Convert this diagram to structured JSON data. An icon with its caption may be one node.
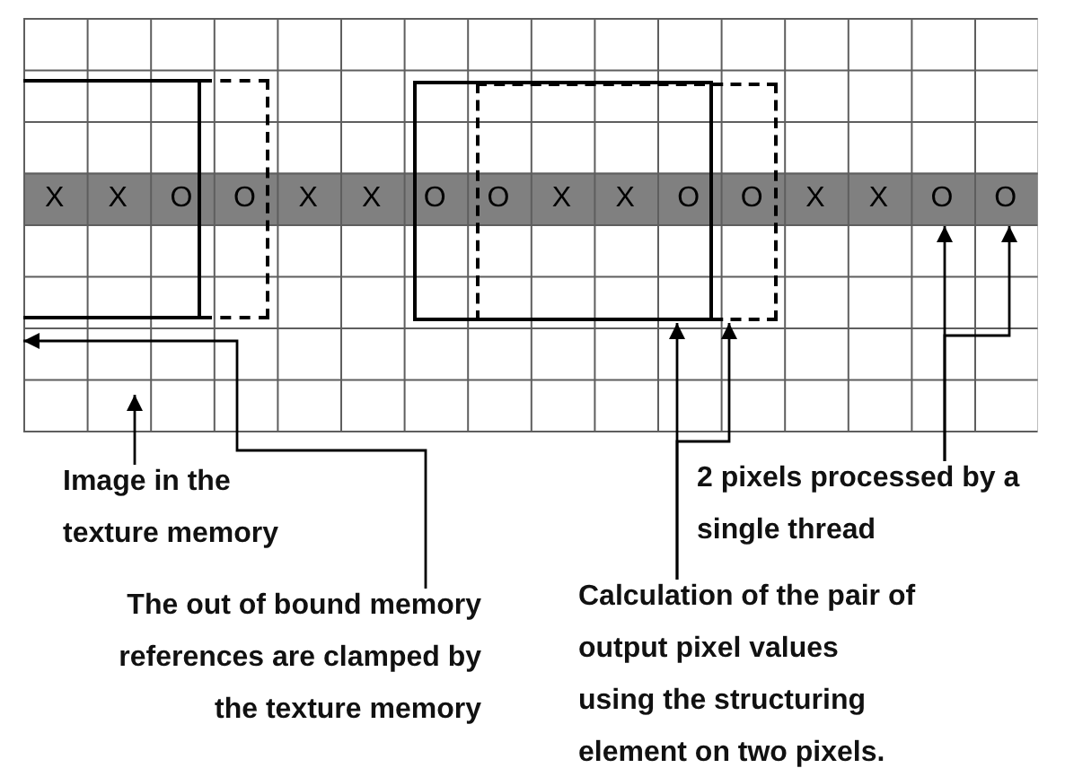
{
  "diagram": {
    "nodes": [
      {
        "text": [],
        "shape": "picture"
      },
      {
        "text": [
          "X"
        ],
        "in": 17
      },
      {
        "text": [
          "X"
        ],
        "in": 17
      },
      {
        "text": [
          "O"
        ],
        "in": 17
      },
      {
        "text": [
          "O"
        ],
        "in": 18
      },
      {
        "text": [
          "X"
        ],
        "in": 0
      },
      {
        "text": [
          "X"
        ],
        "in": 0
      },
      {
        "text": [
          "O"
        ],
        "in": 19
      },
      {
        "text": [
          "O"
        ]
      },
      {
        "text": [
          "X"
        ]
      },
      {
        "text": [
          "X"
        ]
      },
      {
        "text": [
          "O"
        ]
      },
      {
        "text": [
          "O"
        ],
        "in": 20
      },
      {
        "text": [
          "X"
        ],
        "in": 0
      },
      {
        "text": [
          "X"
        ],
        "in": 0
      },
      {
        "text": [
          "O"
        ],
        "in": 0
      },
      {
        "text": [
          "O"
        ],
        "in": 0
      },
      {
        "text": [],
        "shape": "box",
        "in": 0
      },
      {
        "text": [],
        "shape": "box",
        "in": 0
      },
      {
        "text": [],
        "shape": "box",
        "in": 0
      },
      {
        "text": [],
        "shape": "box",
        "in": 0
      },
      {
        "text": [
          "Image in the texture memory"
        ]
      },
      {
        "text": [
          "2 pixels processed by a single thread"
        ]
      },
      {
        "text": [
          "The out of bound memory references are clamped by the texture memory"
        ]
      },
      {
        "text": [
          "Calculation of the pair of output pixel values using the structuring element on two pixels."
        ]
      }
    ],
    "edges": [
      {
        "from": 21,
        "to": 0,
        "arrow": "to"
      },
      {
        "from": 22,
        "to": 15,
        "arrow": "to"
      },
      {
        "from": 22,
        "to": 16,
        "arrow": "to"
      },
      {
        "from": 23,
        "to": 0,
        "arrow": "to"
      },
      {
        "from": 24,
        "to": 19,
        "arrow": "to"
      },
      {
        "from": 24,
        "to": 20,
        "arrow": "to"
      }
    ]
  }
}
